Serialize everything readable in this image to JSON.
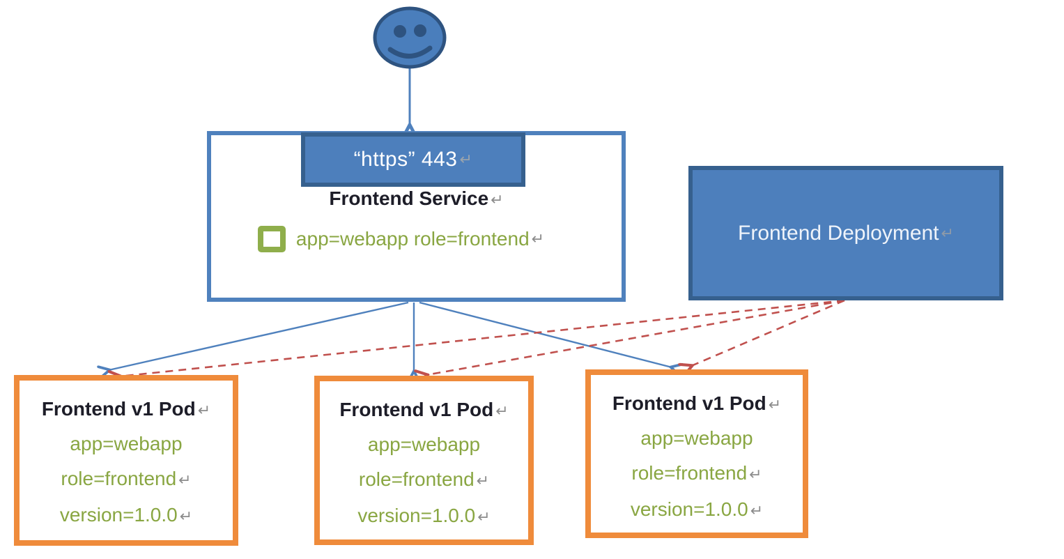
{
  "glyphs": {
    "return_mark": "↵"
  },
  "user": {
    "icon": "smiley-face-user"
  },
  "service": {
    "port_label": "“https” 443",
    "name": "Frontend Service",
    "selector": "app=webapp role=frontend"
  },
  "deployment": {
    "name": "Frontend Deployment"
  },
  "pods": [
    {
      "title": "Frontend v1 Pod",
      "labels": [
        "app=webapp",
        "role=frontend",
        "version=1.0.0"
      ]
    },
    {
      "title": "Frontend v1 Pod",
      "labels": [
        "app=webapp",
        "role=frontend",
        "version=1.0.0"
      ]
    },
    {
      "title": "Frontend v1 Pod",
      "labels": [
        "app=webapp",
        "role=frontend",
        "version=1.0.0"
      ]
    }
  ],
  "colors": {
    "node_blue_fill": "#4d7fbc",
    "node_blue_border": "#36608e",
    "connector_blue": "#4f81bd",
    "connector_red": "#c0504d",
    "label_green": "#89a642",
    "pod_orange": "#ef8b3b",
    "text_dark": "#1d1d28",
    "return_mark_gray": "#8c8c8c"
  }
}
